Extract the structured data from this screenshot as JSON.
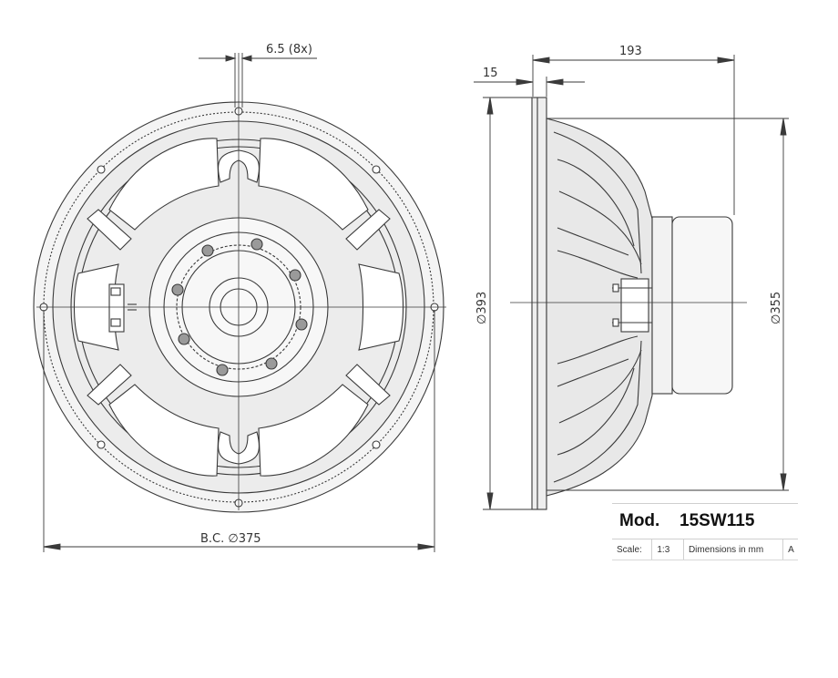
{
  "dimensions": {
    "mounting_hole": "6.5 (8x)",
    "bolt_circle": "B.C. ∅375",
    "depth": "193",
    "flange": "15",
    "outer_diameter": "∅393",
    "cutout_diameter": "∅355"
  },
  "title_block": {
    "mod_label": "Mod.",
    "model": "15SW115",
    "scale_label": "Scale:",
    "scale_value": "1:3",
    "units": "Dimensions in mm",
    "truncated": "A"
  },
  "colors": {
    "line": "#3a3a3a",
    "frame_fill": "#f2f2f2",
    "cone_fill": "#e4e4e4",
    "background": "#ffffff"
  }
}
